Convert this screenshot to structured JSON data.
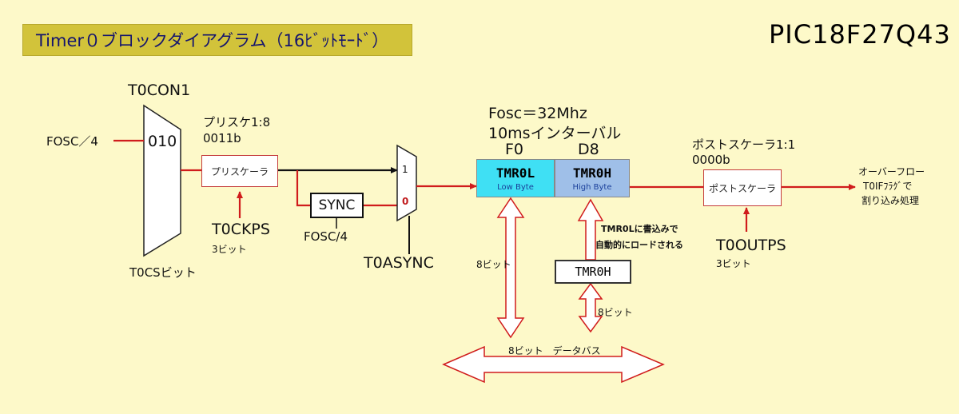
{
  "title": "Timer０ブロックダイアグラム（16ﾋﾞｯﾄﾓｰﾄﾞ）",
  "chip": "PIC18F27Q43",
  "mux1": {
    "name": "T0CON1",
    "value": "010",
    "select": "T0CSビット"
  },
  "fosc_input": "FOSC／4",
  "prescaler": {
    "ratio_label": "プリスケ1:8",
    "bits": "0011b",
    "box_label": "プリスケーラ",
    "control": "T0CKPS",
    "control_bits": "3ビット"
  },
  "sync": {
    "label": "SYNC",
    "clock": "FOSC/4"
  },
  "mux2": {
    "in1": "1",
    "in0": "0",
    "control": "T0ASYNC"
  },
  "timing": {
    "fosc": "Fosc＝32Mhz",
    "interval": "10msインターバル",
    "low_value": "F0",
    "high_value": "D8"
  },
  "tmr0l": {
    "name": "TMR0L",
    "sub": "Low Byte"
  },
  "tmr0h": {
    "name": "TMR0H",
    "sub": "High Byte"
  },
  "tmr0h_buffer": {
    "label": "TMR0H",
    "note1": "TMR0Lに書込みで",
    "note2": "自動的にロードされる"
  },
  "postscaler": {
    "ratio_label": "ポストスケーラ1:1",
    "bits": "0000b",
    "box_label": "ポストスケーラ",
    "control": "T0OUTPS",
    "control_bits": "3ビット"
  },
  "overflow": {
    "line1": "オーバーフロー",
    "line2": "T0IFﾌﾗｸﾞで",
    "line3": "割り込み処理"
  },
  "bus": {
    "width_left": "8ビット",
    "width_right": "8ビット",
    "label": "8ビット　データバス"
  }
}
